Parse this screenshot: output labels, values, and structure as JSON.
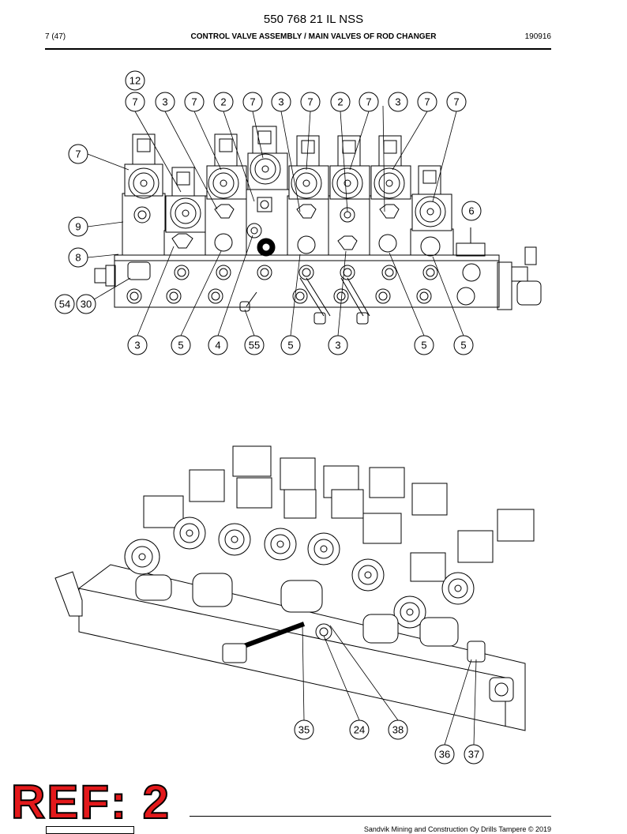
{
  "header": {
    "title": "550 768 21 IL NSS",
    "page": "7 (47)",
    "subtitle": "CONTROL VALVE ASSEMBLY / MAIN VALVES OF ROD CHANGER",
    "date": "190916"
  },
  "top_callouts": [
    {
      "label": "12"
    },
    {
      "label": "7"
    },
    {
      "label": "3"
    },
    {
      "label": "7"
    },
    {
      "label": "2"
    },
    {
      "label": "7"
    },
    {
      "label": "3"
    },
    {
      "label": "7"
    },
    {
      "label": "2"
    },
    {
      "label": "7"
    },
    {
      "label": "3"
    },
    {
      "label": "7"
    },
    {
      "label": "7"
    },
    {
      "label": "7"
    },
    {
      "label": "6"
    },
    {
      "label": "9"
    },
    {
      "label": "8"
    },
    {
      "label": "54"
    },
    {
      "label": "30"
    },
    {
      "label": "3"
    },
    {
      "label": "5"
    },
    {
      "label": "4"
    },
    {
      "label": "55"
    },
    {
      "label": "5"
    },
    {
      "label": "3"
    },
    {
      "label": "5"
    },
    {
      "label": "5"
    }
  ],
  "bottom_callouts": [
    {
      "label": "35"
    },
    {
      "label": "24"
    },
    {
      "label": "38"
    },
    {
      "label": "36"
    },
    {
      "label": "37"
    }
  ],
  "stamp": "REF: 2",
  "footer": {
    "text": "Sandvik Mining and Construction Oy Drills Tampere © 2019"
  },
  "colors": {
    "stamp": "#e3191b",
    "line": "#000000"
  }
}
